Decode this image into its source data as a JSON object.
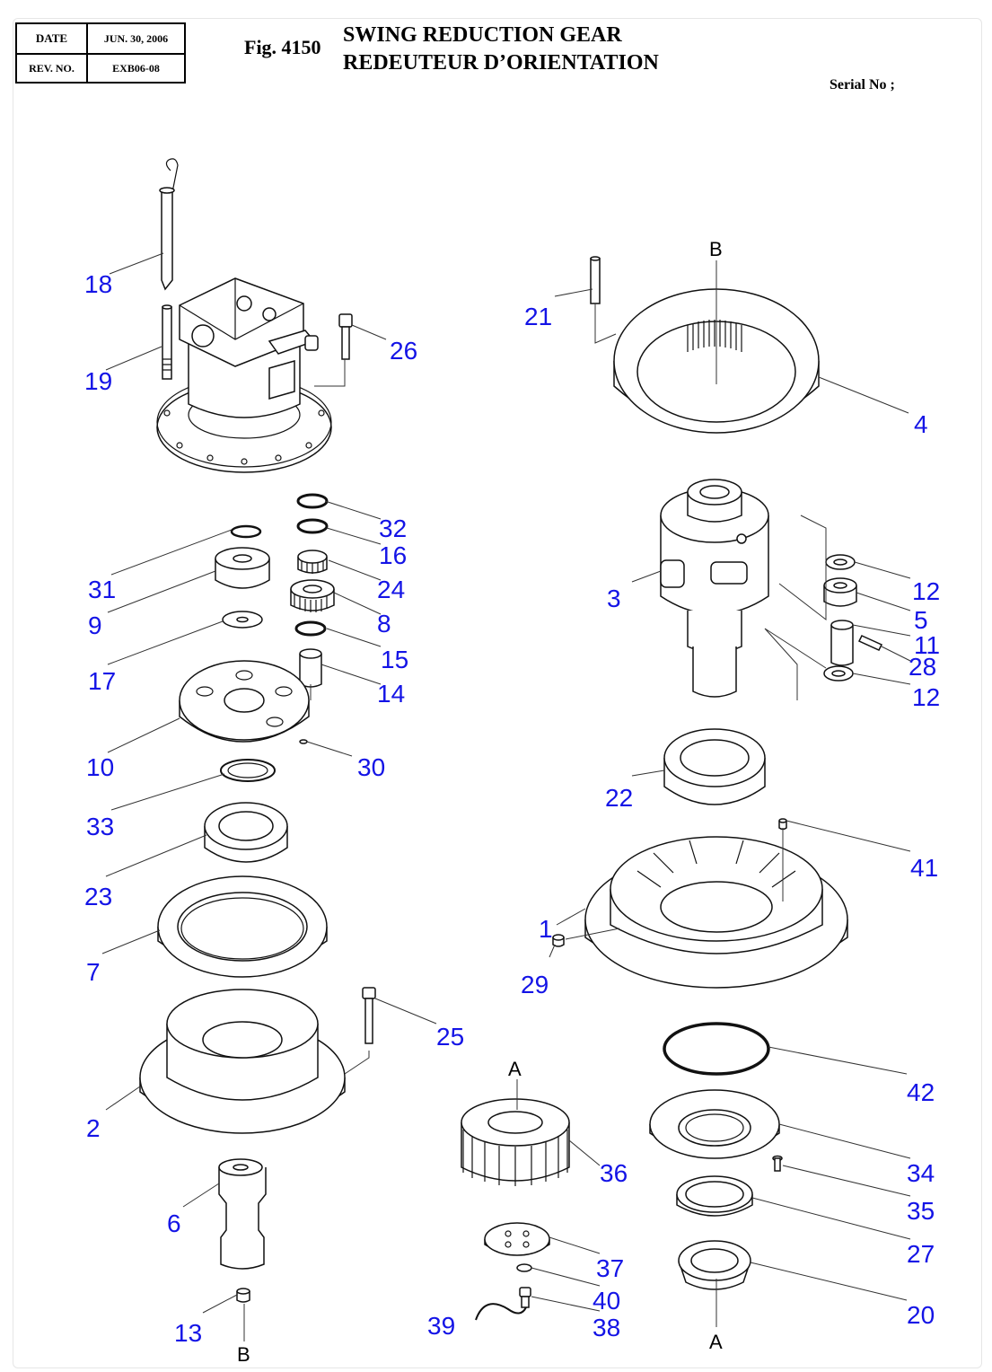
{
  "header": {
    "date_label": "DATE",
    "date_value": "JUN. 30, 2006",
    "rev_label": "REV. NO.",
    "rev_value": "EXB06-08",
    "fig_label": "Fig. 4150",
    "title_en": "SWING REDUCTION GEAR",
    "title_fr": "REDEUTEUR D’ORIENTATION",
    "serial_label": "Serial No ;"
  },
  "callouts": {
    "c1": "1",
    "c2": "2",
    "c3": "3",
    "c4": "4",
    "c5": "5",
    "c6": "6",
    "c7": "7",
    "c8": "8",
    "c9": "9",
    "c10": "10",
    "c11": "11",
    "c12a": "12",
    "c12b": "12",
    "c13": "13",
    "c14": "14",
    "c15": "15",
    "c16": "16",
    "c17": "17",
    "c18": "18",
    "c19": "19",
    "c20": "20",
    "c21": "21",
    "c22": "22",
    "c23": "23",
    "c24": "24",
    "c25": "25",
    "c26": "26",
    "c27": "27",
    "c28": "28",
    "c29": "29",
    "c30": "30",
    "c31": "31",
    "c32": "32",
    "c33": "33",
    "c34": "34",
    "c35": "35",
    "c36": "36",
    "c37": "37",
    "c38": "38",
    "c39": "39",
    "c40": "40",
    "c41": "41",
    "c42": "42"
  },
  "refs": {
    "b_top": "B",
    "b_bottom": "B",
    "a_top": "A",
    "a_bottom": "A"
  },
  "colors": {
    "callout": "#1414e6",
    "line": "#333333"
  }
}
